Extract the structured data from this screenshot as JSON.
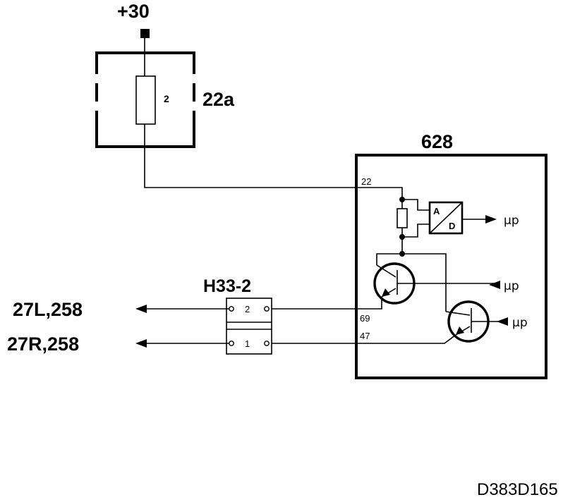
{
  "supply": {
    "label": "+30"
  },
  "fuse_box": {
    "label": "22a",
    "fuse_number": "2"
  },
  "module": {
    "label": "628",
    "pin_22": "22",
    "pin_69": "69",
    "pin_47": "47",
    "adc_a": "A",
    "adc_d": "D",
    "mp_adc": "μp",
    "mp_t1": "μp",
    "mp_t2": "μp"
  },
  "connector": {
    "label": "H33-2",
    "pin_2": "2",
    "pin_1": "1"
  },
  "outputs": {
    "left_signal": "27L,258",
    "right_signal": "27R,258"
  },
  "diagram_code": "D383D165"
}
